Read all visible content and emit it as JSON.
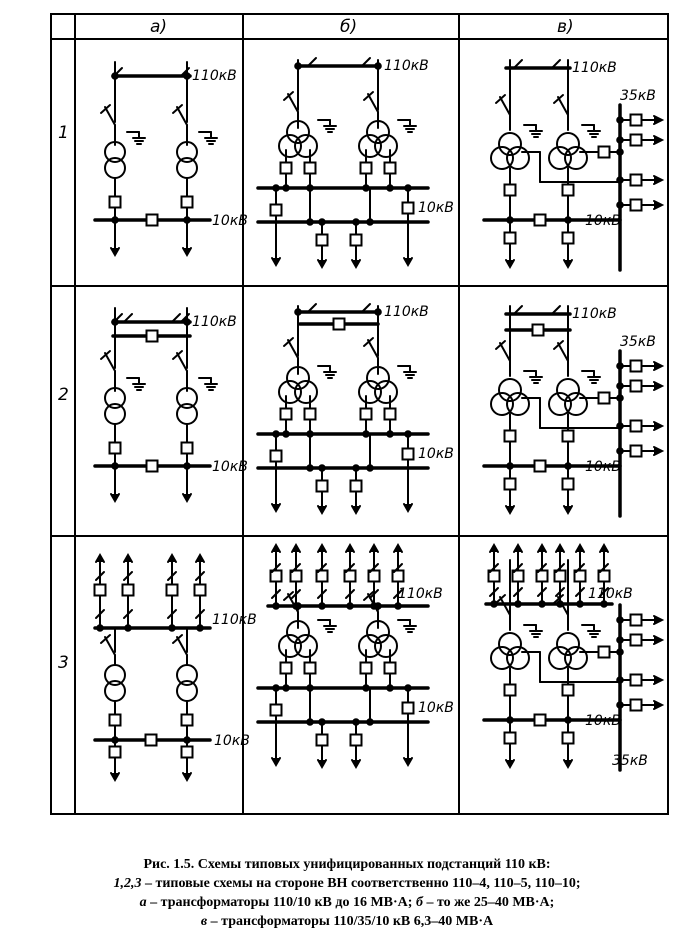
{
  "columns": [
    "а)",
    "б)",
    "в)"
  ],
  "rows": [
    "1",
    "2",
    "3"
  ],
  "voltage_labels": {
    "hv": "110кВ",
    "mv": "35кВ",
    "lv": "10кВ"
  },
  "caption": {
    "line1": "Рис. 1.5. Схемы типовых унифицированных подстанций 110 кВ:",
    "line2_num": "1,2,3",
    "line2_rest": " – типовые схемы на стороне ВН соответственно 110–4, 110–5, 110–10;",
    "line3_a": "а",
    "line3_a_text": " – трансформаторы 110/10 кВ до 16 МВ·А; ",
    "line3_b": "б",
    "line3_b_text": " – то же 25–40 МВ·А;",
    "line4_c": "в",
    "line4_c_text": " – трансформаторы 110/35/10 кВ 6,3–40 МВ·А"
  }
}
